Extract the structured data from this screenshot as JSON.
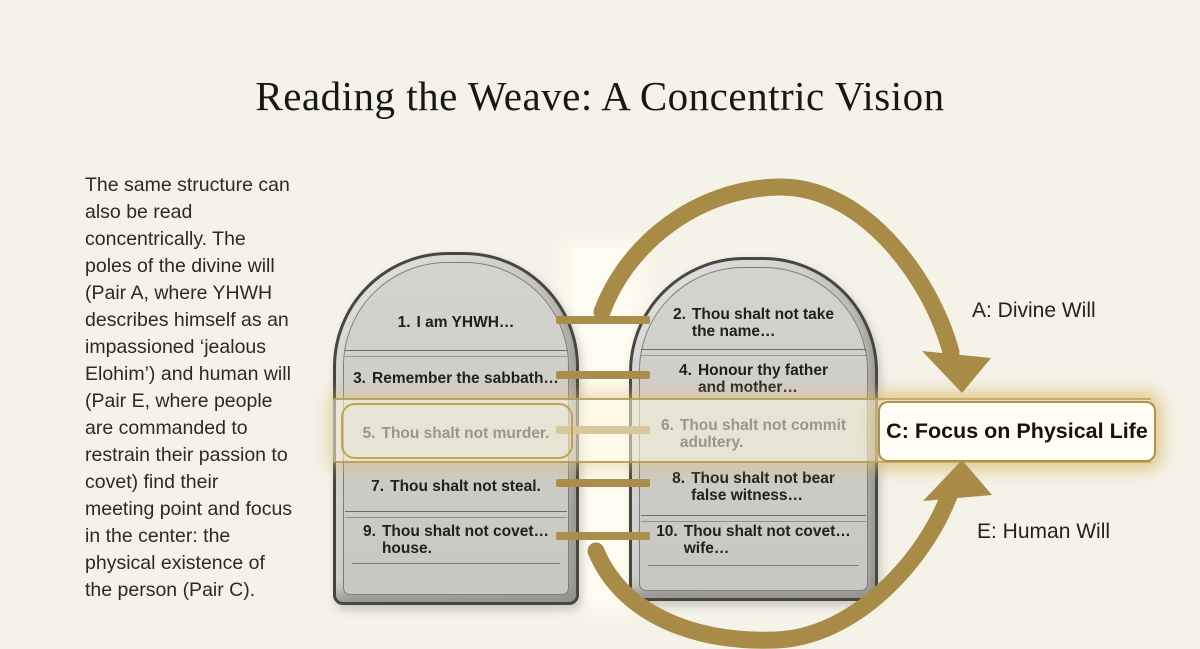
{
  "title": "Reading the Weave: A Concentric Vision",
  "intro": {
    "lines": [
      "The same structure can",
      "also be read",
      "concentrically. The",
      "poles of the divine will",
      "(Pair A, where YHWH",
      "describes himself as an",
      "impassioned ‘jealous",
      "Elohim’) and human will",
      "(Pair E, where people",
      "are commanded to",
      "restrain their passion to",
      "covet) find their",
      "meeting point and focus",
      "in the center: the",
      "physical existence of",
      "the person (Pair C)."
    ]
  },
  "tablets": {
    "left": {
      "rows": [
        {
          "num": "1.",
          "line1": "I am YHWH…",
          "line2": ""
        },
        {
          "num": "3.",
          "line1": "Remember the sabbath…",
          "line2": ""
        },
        {
          "num": "5.",
          "line1": "Thou shalt not murder.",
          "line2": ""
        },
        {
          "num": "7.",
          "line1": "Thou shalt not steal.",
          "line2": ""
        },
        {
          "num": "9.",
          "line1": "Thou shalt not covet…",
          "line2": "house."
        }
      ]
    },
    "right": {
      "rows": [
        {
          "num": "2.",
          "line1": "Thou shalt not take",
          "line2": "the name…"
        },
        {
          "num": "4.",
          "line1": "Honour thy father",
          "line2": "and mother…"
        },
        {
          "num": "6.",
          "line1": "Thou shalt not commit",
          "line2": "adultery."
        },
        {
          "num": "8.",
          "line1": "Thou shalt not bear",
          "line2": "false witness…"
        },
        {
          "num": "10.",
          "line1": "Thou shalt not covet…",
          "line2": "wife…"
        }
      ]
    }
  },
  "labels": {
    "divine_will": "A: Divine Will",
    "center_focus": "C: Focus on Physical Life",
    "human_will": "E: Human Will"
  },
  "colors": {
    "background": "#f5f2e8",
    "tablet_gray": "#c9c8c3",
    "arrow_gold": "#a78b47",
    "band_border": "#b0904a",
    "highlight_fill": "#fffdf4",
    "text_dark": "#21211b"
  }
}
